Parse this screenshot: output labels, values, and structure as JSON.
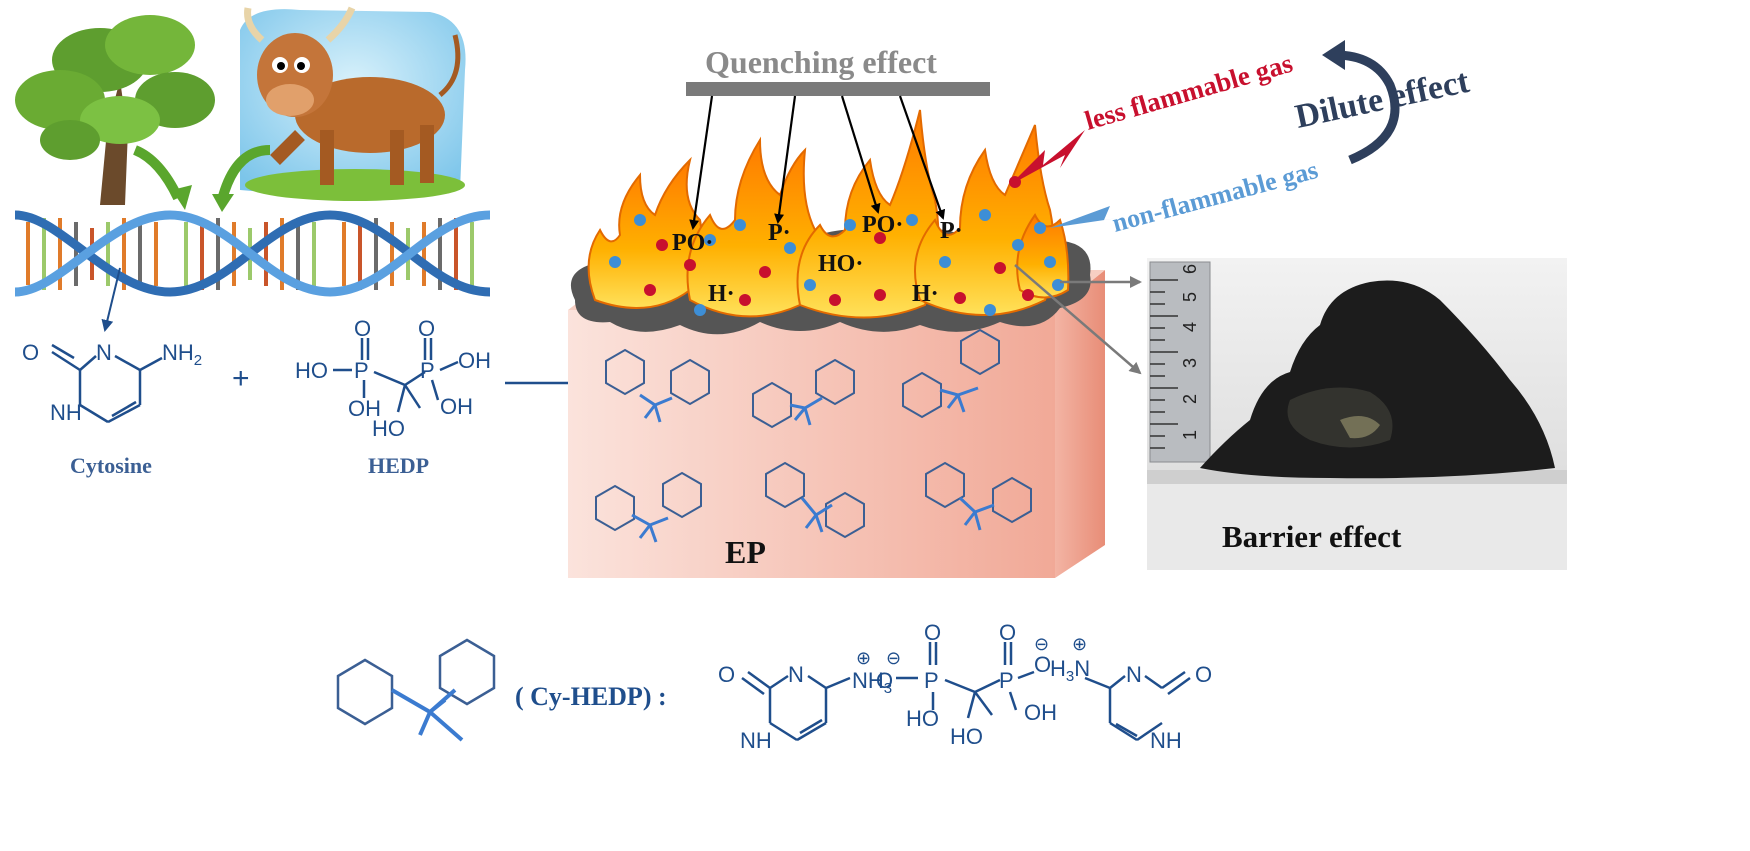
{
  "labels": {
    "cytosine": "Cytosine",
    "hedp": "HEDP",
    "plus": "+",
    "quenching": "Quenching effect",
    "less_flammable": "less flammable gas",
    "non_flammable": "non-flammable gas",
    "dilute": "Dilute effect",
    "barrier": "Barrier effect",
    "ep": "EP",
    "cy_hedp": "( Cy-HEDP) :"
  },
  "radicals": {
    "po1": "PO·",
    "p1": "P·",
    "po2": "PO·",
    "p2": "P·",
    "ho": "HO·",
    "h1": "H·",
    "h2": "H·"
  },
  "cytosine_atoms": {
    "o": "O",
    "n": "N",
    "nh2": "NH",
    "nh2_sub": "2",
    "nh": "NH"
  },
  "hedp_atoms": {
    "p": "P",
    "o": "O",
    "ho": "HO",
    "oh": "OH",
    "ho_c": "HO"
  },
  "cy_atoms": {
    "o": "O",
    "n": "N",
    "nh": "NH",
    "nh3": "NH",
    "nh3_sub": "3",
    "o_minus": "O",
    "p": "P",
    "ho": "HO",
    "oh": "OH",
    "h3n": "H",
    "h3n_sub": "3",
    "h3n_n": "N",
    "plus": "⊕",
    "minus": "⊖"
  },
  "ruler_ticks": [
    "1",
    "2",
    "3",
    "4",
    "5",
    "6"
  ],
  "colors": {
    "chem_blue": "#1f4e8c",
    "flame_orange": "#f28c1a",
    "flame_yellow": "#ffd23a",
    "red_text": "#c8102e",
    "light_blue_text": "#5b9bd5",
    "dark_navy": "#2e3f5c",
    "bar_gray": "#808080",
    "ep_pink": "#f6c3b6"
  }
}
